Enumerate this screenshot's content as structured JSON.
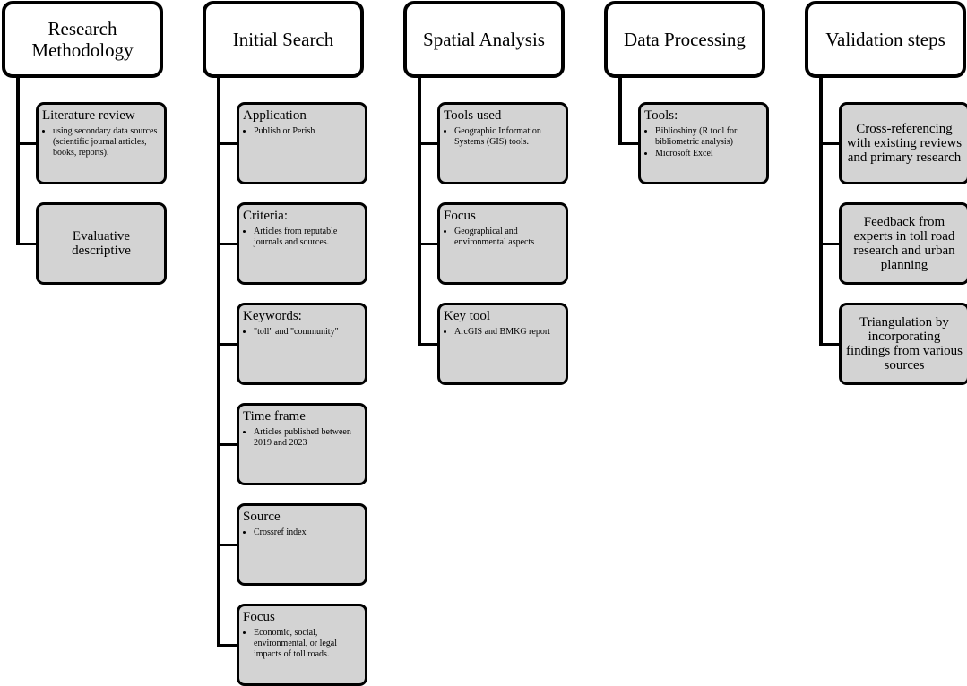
{
  "columns": [
    {
      "title": "Research\nMethodology",
      "boxes": [
        {
          "title": "Literature review",
          "bullets": [
            "using secondary data sources (scientific journal articles, books, reports)."
          ]
        },
        {
          "text": "Evaluative descriptive"
        }
      ]
    },
    {
      "title": "Initial Search",
      "boxes": [
        {
          "title": "Application",
          "bullets": [
            "Publish or Perish"
          ]
        },
        {
          "title": "Criteria:",
          "bullets": [
            "Articles from reputable journals and sources."
          ]
        },
        {
          "title": "Keywords:",
          "bullets": [
            "\"toll\" and \"community\""
          ]
        },
        {
          "title": "Time frame",
          "bullets": [
            "Articles published between 2019 and 2023"
          ]
        },
        {
          "title": "Source",
          "bullets": [
            "Crossref index"
          ]
        },
        {
          "title": "Focus",
          "bullets": [
            "Economic, social, environmental, or legal impacts of toll roads."
          ]
        }
      ]
    },
    {
      "title": "Spatial Analysis",
      "boxes": [
        {
          "title": "Tools used",
          "bullets": [
            "Geographic Information Systems (GIS) tools."
          ]
        },
        {
          "title": "Focus",
          "bullets": [
            "Geographical and environmental aspects"
          ]
        },
        {
          "title": "Key tool",
          "bullets": [
            "ArcGIS and BMKG report"
          ]
        }
      ]
    },
    {
      "title": "Data Processing",
      "boxes": [
        {
          "title": "Tools:",
          "bullets": [
            "Biblioshiny (R tool for bibliometric analysis)",
            "Microsoft Excel"
          ]
        }
      ]
    },
    {
      "title": "Validation steps",
      "boxes": [
        {
          "text": "Cross-referencing with existing reviews and primary research"
        },
        {
          "text": "Feedback from experts in toll road research and urban planning"
        },
        {
          "text": "Triangulation by incorporating findings from various sources"
        }
      ]
    }
  ]
}
